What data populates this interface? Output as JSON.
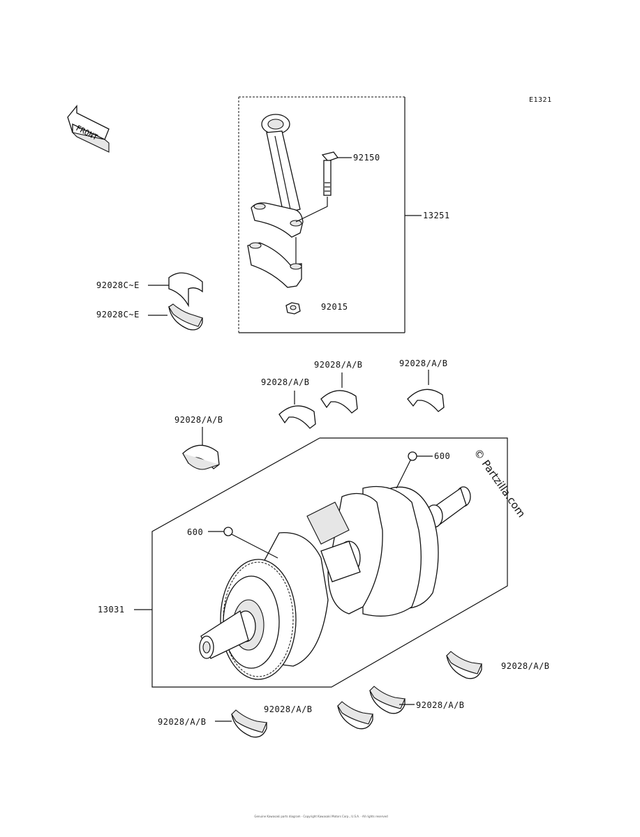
{
  "diagram_code": "E1321",
  "front_label": "FRONT",
  "watermark": "© Partzilla.com",
  "footer": "Genuine Kawasaki parts diagram · Copyright Kawasaki Motors Corp., U.S.A. · All rights reserved",
  "labels": {
    "p92150": "92150",
    "p13251": "13251",
    "p92028ce_a": "92028C~E",
    "p92028ce_b": "92028C~E",
    "p92015": "92015",
    "p92028ab_1": "92028/A/B",
    "p92028ab_2": "92028/A/B",
    "p92028ab_3": "92028/A/B",
    "p92028ab_4": "92028/A/B",
    "p600_a": "600",
    "p600_b": "600",
    "p13031": "13031",
    "p92028ab_5": "92028/A/B",
    "p92028ab_6": "92028/A/B",
    "p92028ab_7": "92028/A/B",
    "p92028ab_8": "92028/A/B"
  }
}
